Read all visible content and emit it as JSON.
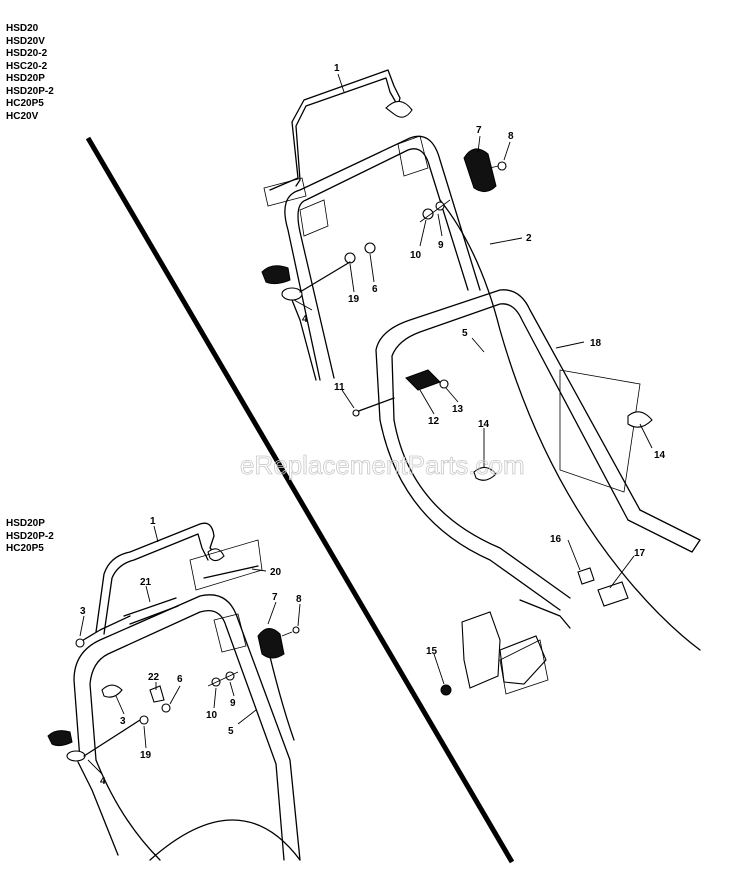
{
  "models_main": [
    "HSD20",
    "HSD20V",
    "HSD20-2",
    "HSC20-2",
    "HSD20P",
    "HSD20P-2",
    "HC20P5",
    "HC20V"
  ],
  "models_inset": [
    "HSD20P",
    "HSD20P-2",
    "HC20P5"
  ],
  "watermark": "eReplacementParts.com",
  "callouts_main": [
    "1",
    "7",
    "8",
    "2",
    "9",
    "10",
    "19",
    "6",
    "4",
    "5",
    "18",
    "11",
    "12",
    "13",
    "14",
    "14",
    "16",
    "17",
    "15"
  ],
  "callouts_inset": [
    "1",
    "20",
    "21",
    "3",
    "7",
    "8",
    "22",
    "6",
    "3",
    "10",
    "9",
    "19",
    "5",
    "4"
  ]
}
